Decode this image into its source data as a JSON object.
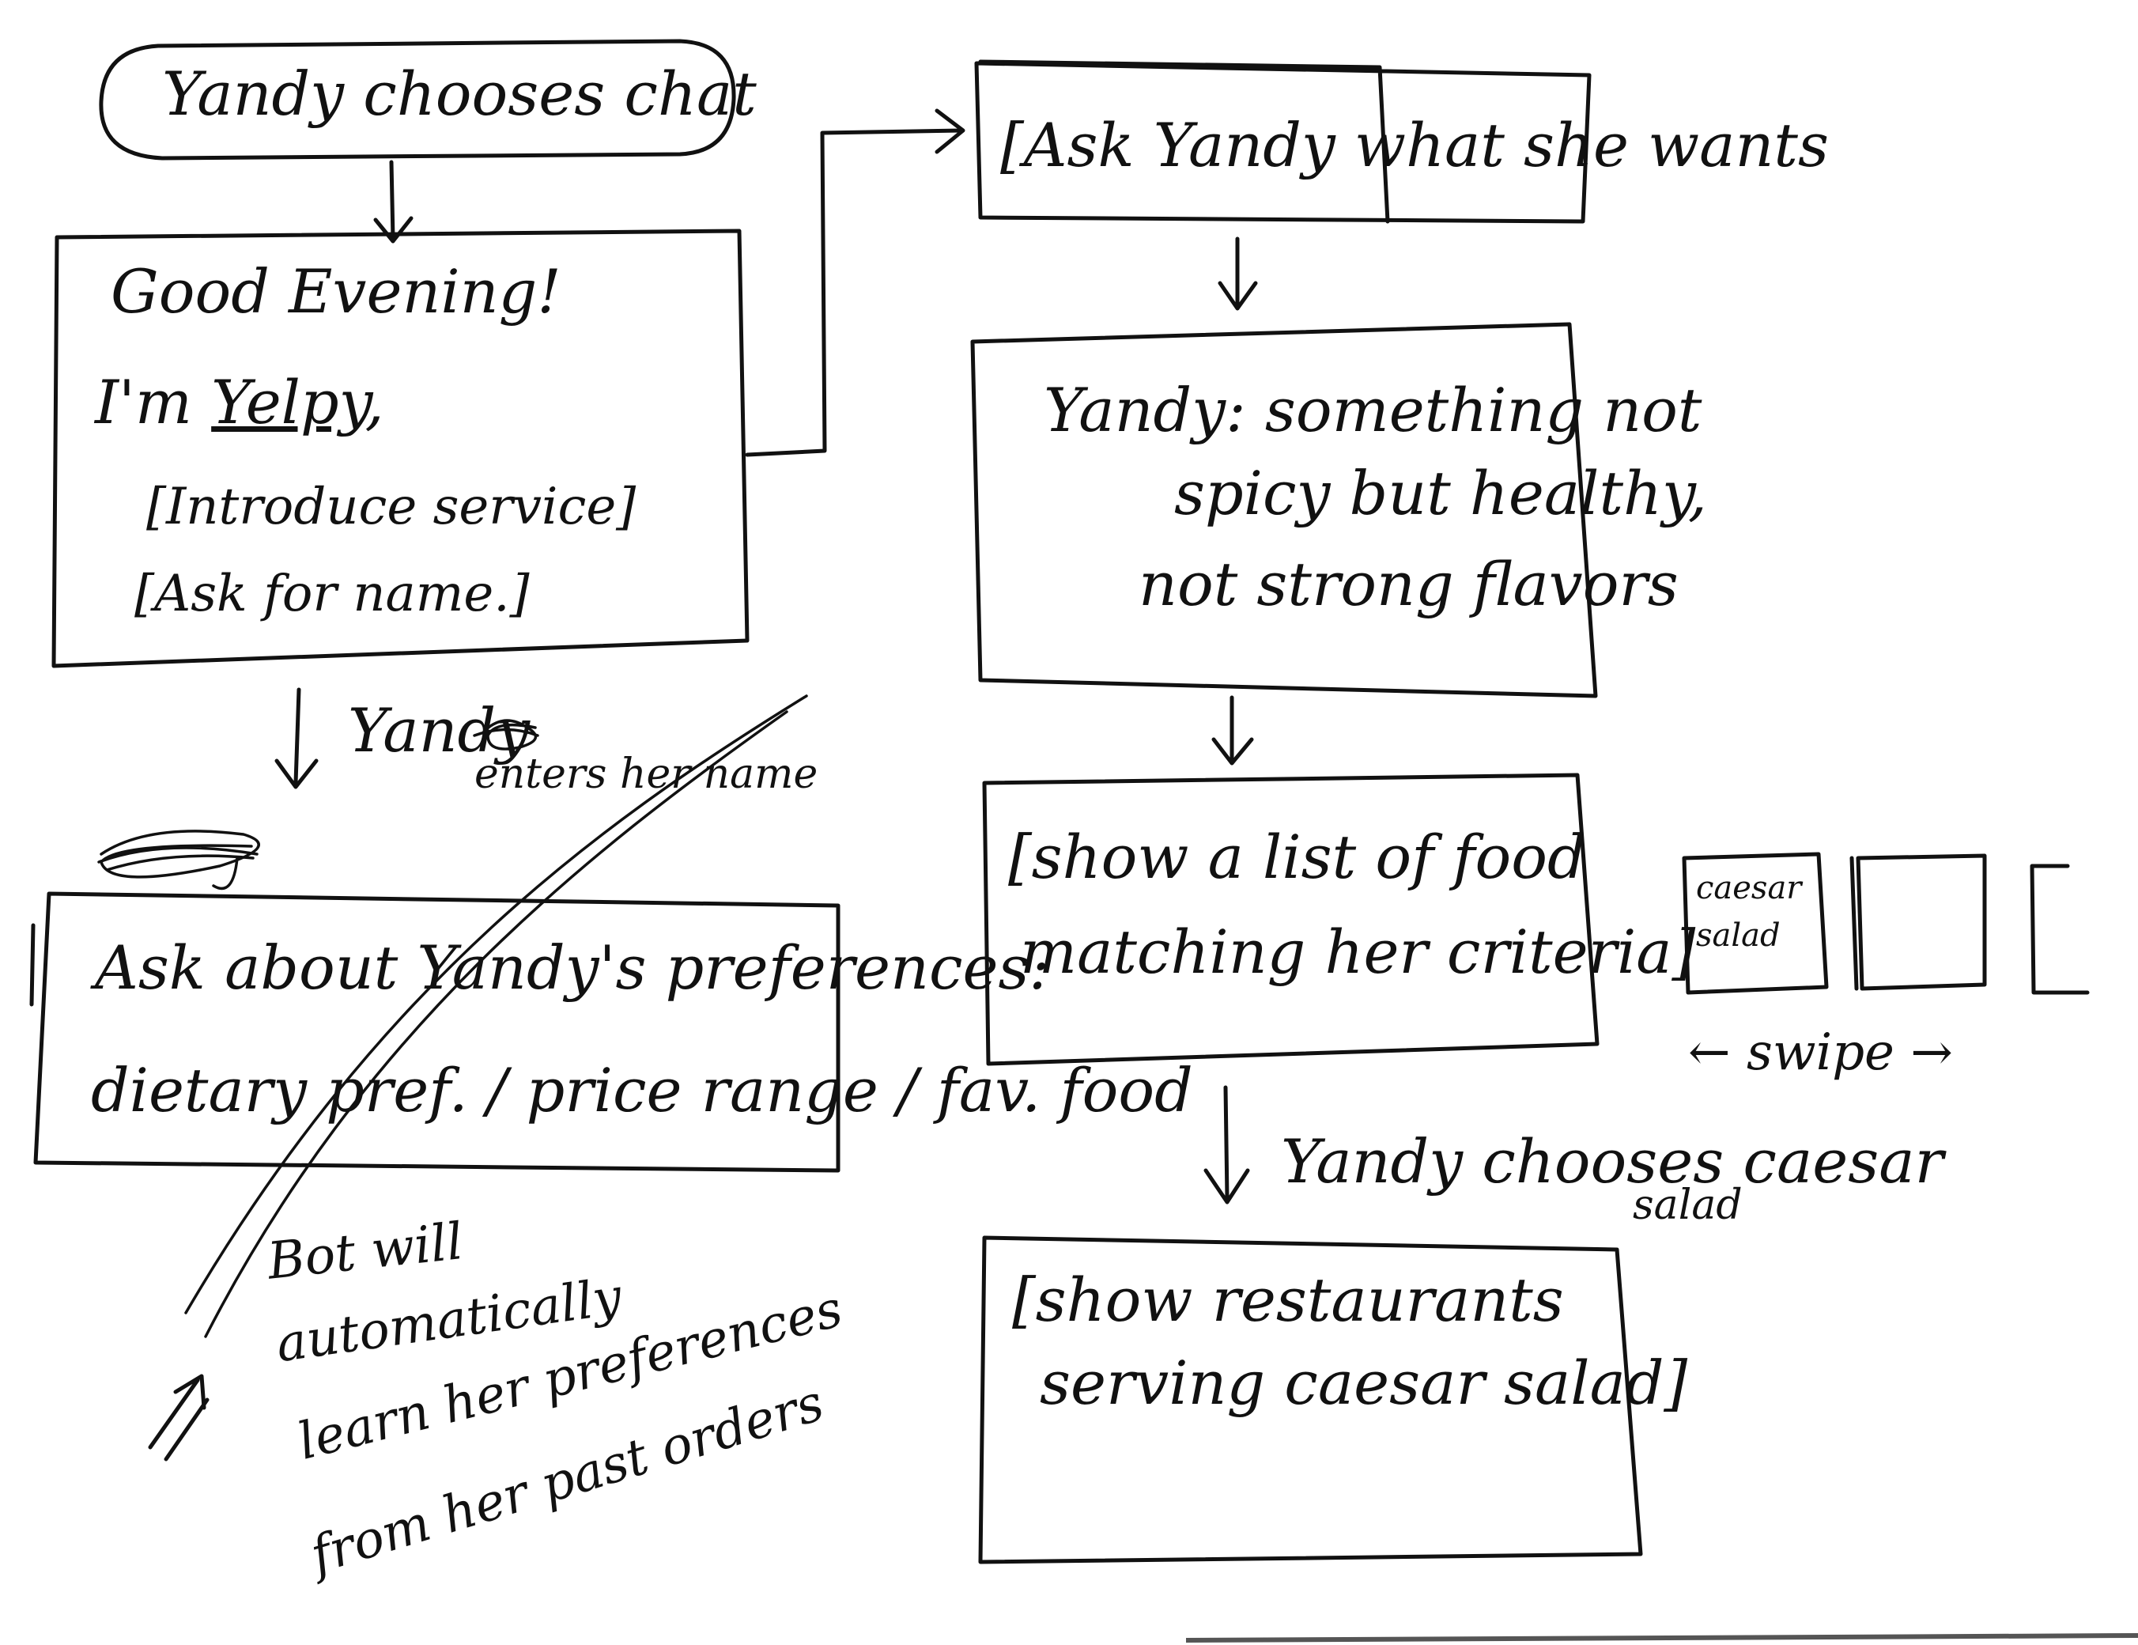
{
  "start": {
    "label": "Yandy chooses chat"
  },
  "greeting": {
    "line1": "Good Evening!",
    "line2_prefix": "I'm ",
    "bot_name": "Yelpy",
    "line2_suffix": ",",
    "line3": "[Introduce service]",
    "line4": "[Ask for name.]"
  },
  "edge_enter_name": {
    "label_a": "Yandy",
    "label_b": "enters her name"
  },
  "preferences": {
    "line1": "Ask about Yandy's preferences:",
    "line2": "dietary pref. / price range / fav. food"
  },
  "bot_note": {
    "line1": "Bot will",
    "line2": "automatically",
    "line3": "learn her preferences",
    "line4": "from her past orders"
  },
  "ask_want": {
    "label": "[Ask Yandy what she wants"
  },
  "yandy_reply": {
    "line1": "Yandy: something not",
    "line2": "spicy but healthy,",
    "line3": "not strong flavors"
  },
  "show_list": {
    "line1": "[show a list of food",
    "line2": "matching her criteria]"
  },
  "cards": {
    "first_line1": "caesar",
    "first_line2": "salad",
    "swipe_label": "← swipe →"
  },
  "edge_chooses": {
    "label_a": "Yandy chooses caesar",
    "label_b": "salad"
  },
  "show_restaurants": {
    "line1": "[show restaurants",
    "line2": "serving caesar salad]"
  }
}
